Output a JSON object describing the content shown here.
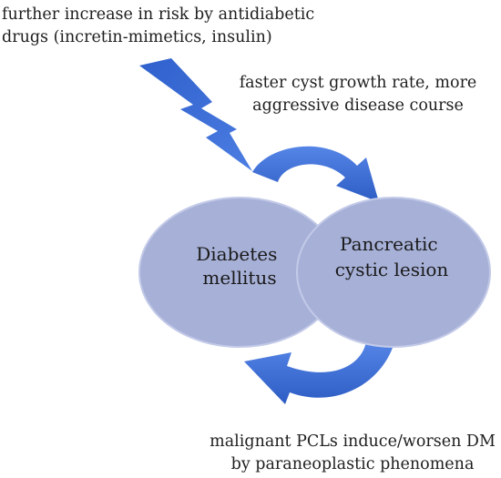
{
  "diagram": {
    "nodes": {
      "diabetes": {
        "line1": "Diabetes",
        "line2": "mellitus"
      },
      "pcl": {
        "line1": "Pancreatic",
        "line2": "cystic lesion"
      }
    },
    "labels": {
      "drugs": {
        "line1": "further increase in risk by antidiabetic",
        "line2": "drugs (incretin-mimetics, insulin)"
      },
      "growth": {
        "line1": "faster cyst growth rate, more",
        "line2": "aggressive disease course"
      },
      "malignant": {
        "line1": "malignant PCLs induce/worsen DM",
        "line2": "by paraneoplastic phenomena"
      }
    },
    "colors": {
      "circle_fill": "#a7b1d8",
      "circle_stroke": "#c3cae8",
      "arrow": "#3f6fd6",
      "bolt": "#3b6fd8"
    }
  }
}
